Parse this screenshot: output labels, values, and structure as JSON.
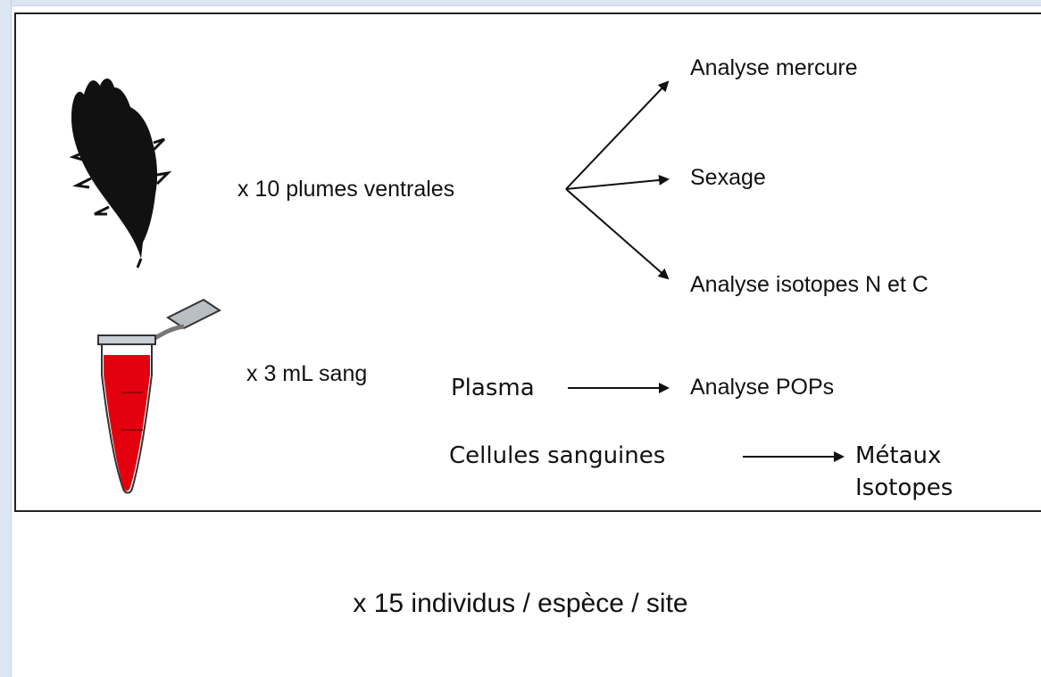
{
  "diagram": {
    "feathers_label": "x 10 plumes ventrales",
    "blood_label": "x 3 mL sang",
    "outputs": {
      "mercury": "Analyse mercure",
      "sexing": "Sexage",
      "isotopes_nc": "Analyse isotopes N et C",
      "pops": "Analyse POPs"
    },
    "plasma_label": "Plasma",
    "cells_label": "Cellules sanguines",
    "metals_label": "Métaux",
    "isotopes_label": "Isotopes",
    "footer": "x 15 individus / espèce / site"
  },
  "colors": {
    "blood": "#e3000f",
    "tube_cap": "#b8bec4",
    "feather": "#111111"
  },
  "icons": [
    "feather-icon",
    "blood-tube-icon"
  ]
}
